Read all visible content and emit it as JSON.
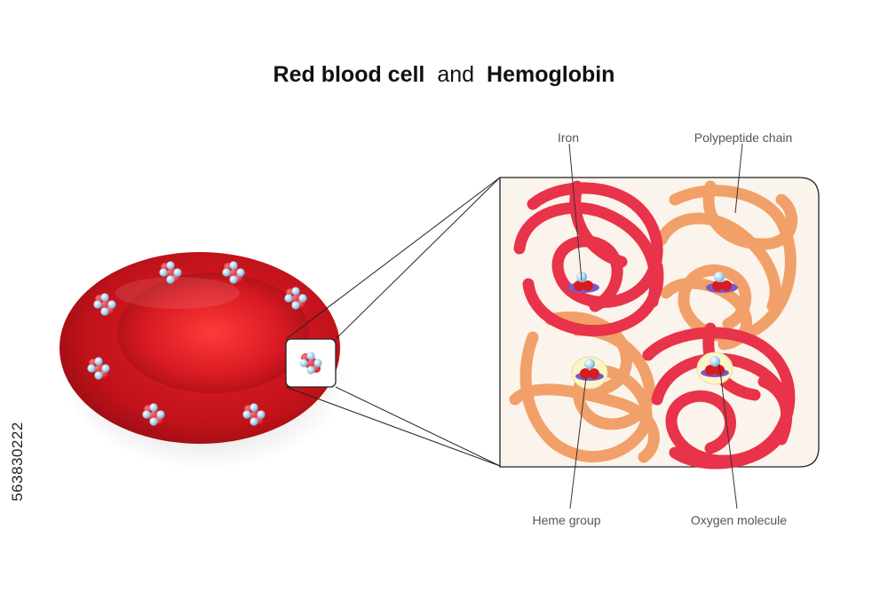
{
  "title": {
    "part1": "Red blood cell",
    "part2": "and",
    "part3": "Hemoglobin"
  },
  "labels": {
    "iron": "Iron",
    "polypeptide": "Polypeptide chain",
    "heme": "Heme group",
    "oxygen": "Oxygen molecule"
  },
  "side_id": "563830222",
  "colors": {
    "cell_red": "#c8141c",
    "chain_red": "#e8334a",
    "chain_orange": "#f2a069",
    "oxygen_blue": "#a9d4ee",
    "heme_purple": "#7a5ac8",
    "panel_bg": "#fbf4ec"
  }
}
